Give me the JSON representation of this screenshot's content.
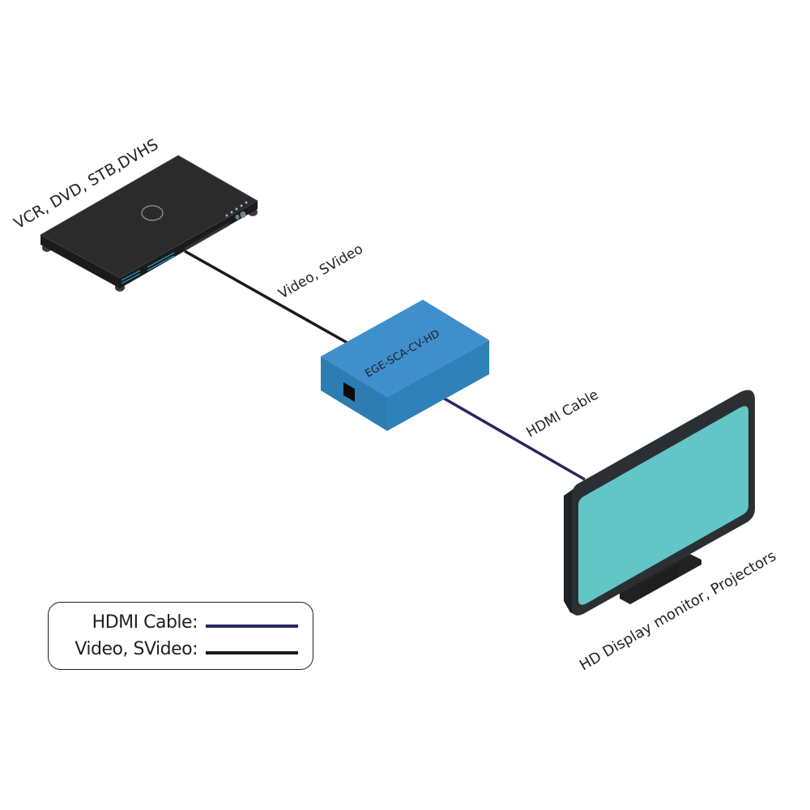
{
  "devices": {
    "source": {
      "label": "VCR, DVD, STB,DVHS"
    },
    "converter": {
      "label": "EGE-SCA-CV-HD"
    },
    "display": {
      "label": "HD Display monitor, Projectors"
    }
  },
  "cables": {
    "video": {
      "label": "Video, SVideo"
    },
    "hdmi": {
      "label": "HDMI Cable"
    }
  },
  "legend": {
    "items": [
      {
        "label": "HDMI Cable:",
        "color": "#27275f"
      },
      {
        "label": "Video, SVideo:",
        "color": "#1a1a1a"
      }
    ]
  },
  "colors": {
    "player_body": "#2b2b2b",
    "player_accent": "#2a9fd6",
    "converter_top": "#3f8fcd",
    "converter_side": "#2f82b9",
    "screen": "#62c6c6",
    "bezel": "#2a2f33"
  }
}
